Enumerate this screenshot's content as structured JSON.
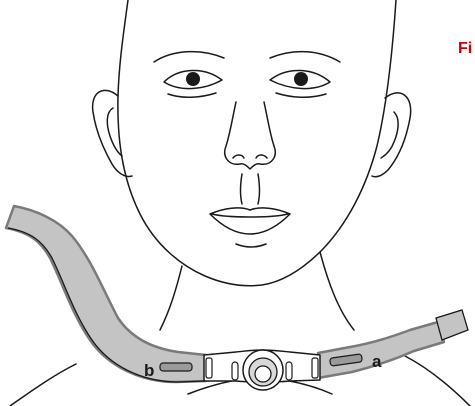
{
  "figure": {
    "label": "Fi",
    "label_color": "#cc0000"
  },
  "illustration": {
    "subject": "face-outline",
    "device": "tracheostomy-tube-holder",
    "labels": {
      "b": "b",
      "a": "a"
    },
    "colors": {
      "line": "#1a1a1a",
      "strap_fill": "#c4c4c4",
      "strap_edge": "#7a7a7a",
      "label_text": "#1a1a1a"
    }
  }
}
